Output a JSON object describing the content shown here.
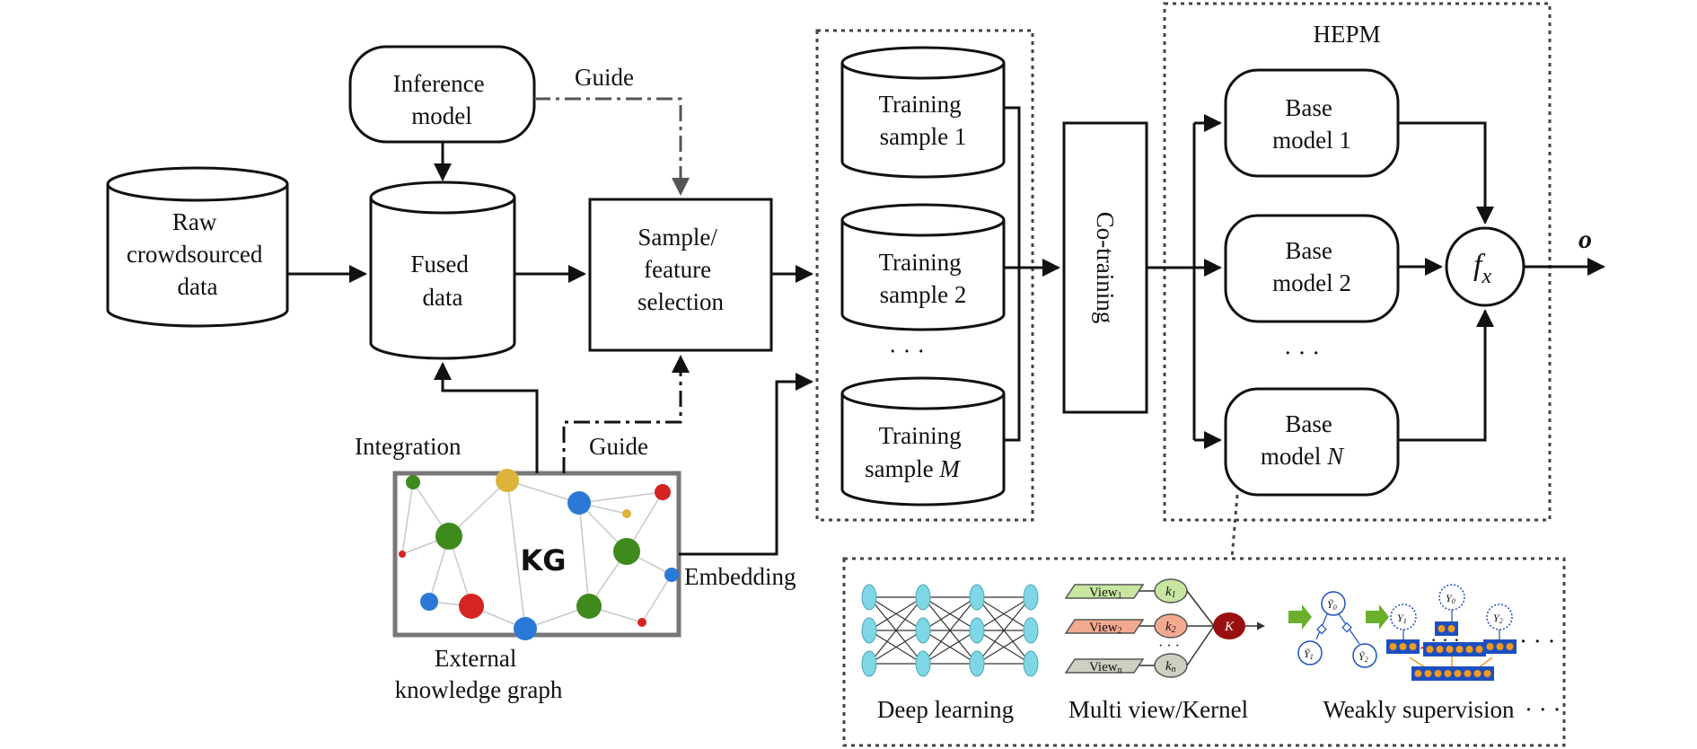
{
  "nodes": {
    "raw_data": [
      "Raw",
      "crowdsourced",
      "data"
    ],
    "inference_model": [
      "Inference",
      "model"
    ],
    "fused_data": [
      "Fused",
      "data"
    ],
    "selection": [
      "Sample/",
      "feature",
      "selection"
    ],
    "training_1": [
      "Training",
      "sample 1"
    ],
    "training_2": [
      "Training",
      "sample 2"
    ],
    "training_m": [
      "Training",
      "sample "
    ],
    "training_m_var": "M",
    "training_ellipsis": "· · ·",
    "co_training": "Co-training",
    "hepm_title": "HEPM",
    "base_1": [
      "Base",
      "model 1"
    ],
    "base_2": [
      "Base",
      "model 2"
    ],
    "base_n": [
      "Base",
      "model "
    ],
    "base_n_var": "N",
    "base_ellipsis": "· · ·",
    "fx_main": "f",
    "fx_sub": "x",
    "output": "o",
    "kg_label": "KG",
    "kg_caption": [
      "External",
      "knowledge graph"
    ]
  },
  "edges": {
    "guide_top": "Guide",
    "guide_bottom": "Guide",
    "integration": "Integration",
    "embedding": "Embedding"
  },
  "methods": {
    "deep_learning": "Deep learning",
    "multi_view": "Multi view/Kernel",
    "weak_supervision": "Weakly supervision",
    "trailing_dots": "· · ·",
    "views": [
      "View",
      "View",
      "View"
    ],
    "view_subs": [
      "1",
      "2",
      "n"
    ],
    "kernels": [
      "k",
      "k",
      "k"
    ],
    "kernel_subs": [
      "1",
      "2",
      "n"
    ],
    "kernel_dots": "· · ·",
    "big_kernel": "K",
    "y_labels": [
      "Ỹ",
      "Ỹ",
      "Ỹ",
      "Y",
      "Y",
      "Y"
    ],
    "y_subs": [
      "0",
      "1",
      "2",
      "1",
      "0",
      "2"
    ],
    "mid_dots": "· · ·"
  },
  "colors": {
    "kg_green": "#3f8a1c",
    "kg_blue": "#2a79d6",
    "kg_red": "#d42424",
    "kg_yellow": "#dcb23a",
    "kg_frame": "#777777",
    "nn_node": "#7fd7e6",
    "view_1": "#c8e6a0",
    "view_2": "#f3a98f",
    "view_n": "#cfcfc2",
    "kernel_big": "#9a1010",
    "weak_blue": "#1d4fbf",
    "weak_orange": "#f29a1f",
    "weak_arrow_green": "#6ab02a"
  }
}
